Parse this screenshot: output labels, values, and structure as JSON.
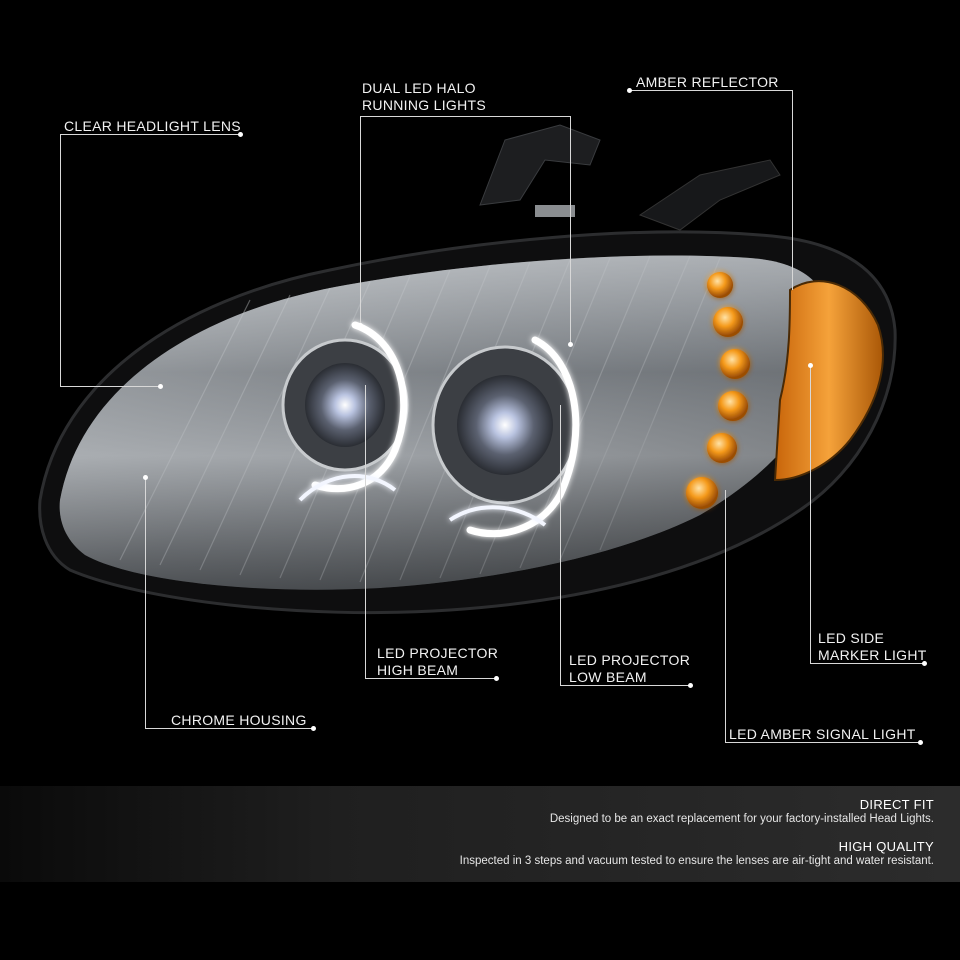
{
  "product": {
    "image_alt": "Chrome housing truck headlight with dual LED halo and amber LED signal",
    "colors": {
      "background": "#000000",
      "chrome": "#9ea3a8",
      "amber": "#f59a1b",
      "halo": "#f4f7ff"
    }
  },
  "callouts": {
    "clear_lens": "CLEAR HEADLIGHT LENS",
    "halo_line1": "DUAL LED HALO",
    "halo_line2": "RUNNING LIGHTS",
    "amber_reflector": "AMBER REFLECTOR",
    "high_beam_line1": "LED PROJECTOR",
    "high_beam_line2": "HIGH BEAM",
    "low_beam_line1": "LED PROJECTOR",
    "low_beam_line2": "LOW BEAM",
    "side_marker_line1": "LED SIDE",
    "side_marker_line2": "MARKER LIGHT",
    "chrome_housing": "CHROME HOUSING",
    "amber_signal": "LED AMBER SIGNAL LIGHT"
  },
  "info": {
    "fit_title": "DIRECT FIT",
    "fit_text": "Designed to be an exact replacement for your factory-installed Head Lights.",
    "quality_title": "HIGH QUALITY",
    "quality_text": "Inspected in 3 steps and vacuum tested to ensure the lenses are air-tight and water resistant."
  }
}
